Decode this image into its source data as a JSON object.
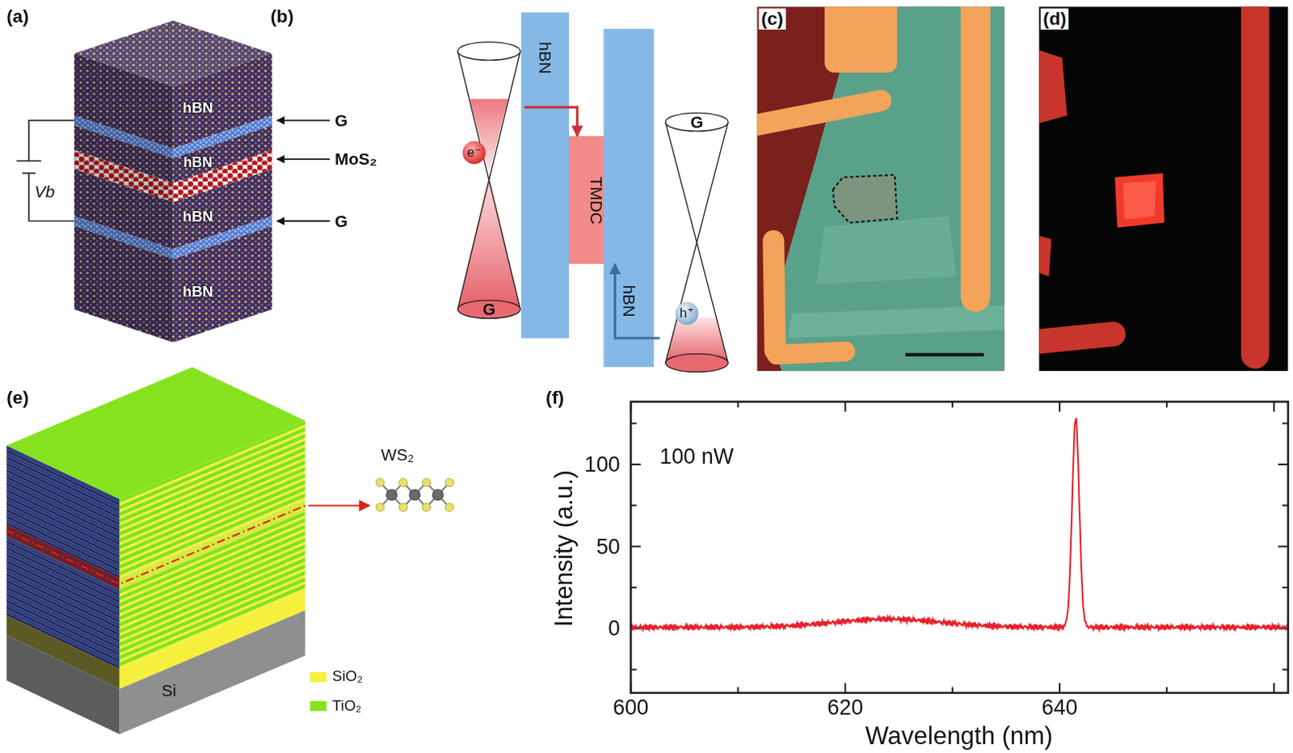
{
  "diagram": {
    "nodes": [
      {
        "text": [
          "G"
        ]
      },
      {
        "text": [
          "e⁻"
        ],
        "in": 0
      },
      {
        "text": [
          "hBN"
        ]
      },
      {
        "text": [
          "TMDC"
        ]
      },
      {
        "text": [
          "hBN"
        ]
      },
      {
        "text": [
          "G"
        ]
      },
      {
        "text": [
          "h⁺"
        ],
        "in": 5
      }
    ],
    "edges": [
      {
        "from": 0,
        "to": 3,
        "arrow": "to"
      },
      {
        "from": 5,
        "to": 3,
        "arrow": "to"
      }
    ],
    "labels": [
      "(a)",
      "hBN",
      "G",
      "hBN",
      "MoS₂",
      "hBN",
      "Vb",
      "G",
      "hBN",
      "(b)",
      "(c)",
      "(d)",
      "(e)",
      "WS₂",
      "Si",
      "(f)",
      "100 nW",
      "100",
      "50",
      "0",
      "600",
      "620",
      "640",
      "Intensity (a.u.)",
      "Wavelength (nm)"
    ],
    "legend": [
      {
        "text": "SiO₂",
        "color": "#f5f03c"
      },
      {
        "text": "TiO₂",
        "color": "#86e21e"
      }
    ]
  }
}
